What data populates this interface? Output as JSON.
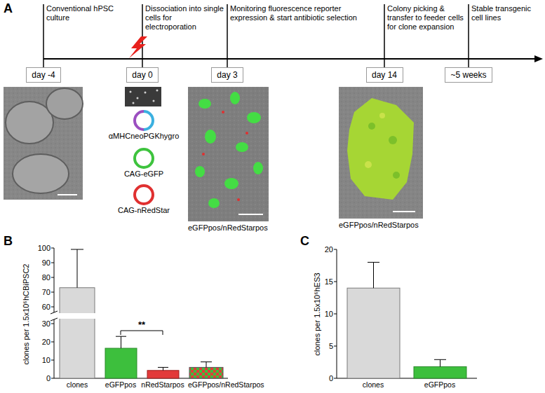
{
  "diagram": {
    "nodes": [
      {
        "text": [
          "day -4"
        ]
      },
      {
        "text": [
          "day 0"
        ]
      },
      {
        "text": [
          "day 3"
        ]
      },
      {
        "text": [
          "day 14"
        ]
      },
      {
        "text": [
          "~5 weeks"
        ]
      }
    ],
    "labels": [
      "A",
      "Conventional hPSC culture",
      "Dissociation into single cells for electroporation",
      "Monitoring fluorescence reporter expression & start antibiotic selection",
      "Colony picking & transfer to feeder cells for clone expansion",
      "Stable transgenic cell lines",
      "αMHCneoPGKhygro",
      "CAG-eGFP",
      "CAG-nRedStar",
      "eGFPpos/nRedStarpos",
      "eGFPpos/nRedStarpos",
      "B",
      "clones per 1.5x10⁶hCBiPSC2",
      "100",
      "90",
      "80",
      "70",
      "60",
      "30",
      "20",
      "10",
      "0",
      "clones",
      "eGFPpos",
      "nRedStarpos",
      "eGFPpos/nRedStarpos",
      "**",
      "C",
      "clones per 1.5x10⁶hES3",
      "20",
      "15",
      "10",
      "5",
      "0",
      "clones",
      "eGFPpos"
    ]
  }
}
